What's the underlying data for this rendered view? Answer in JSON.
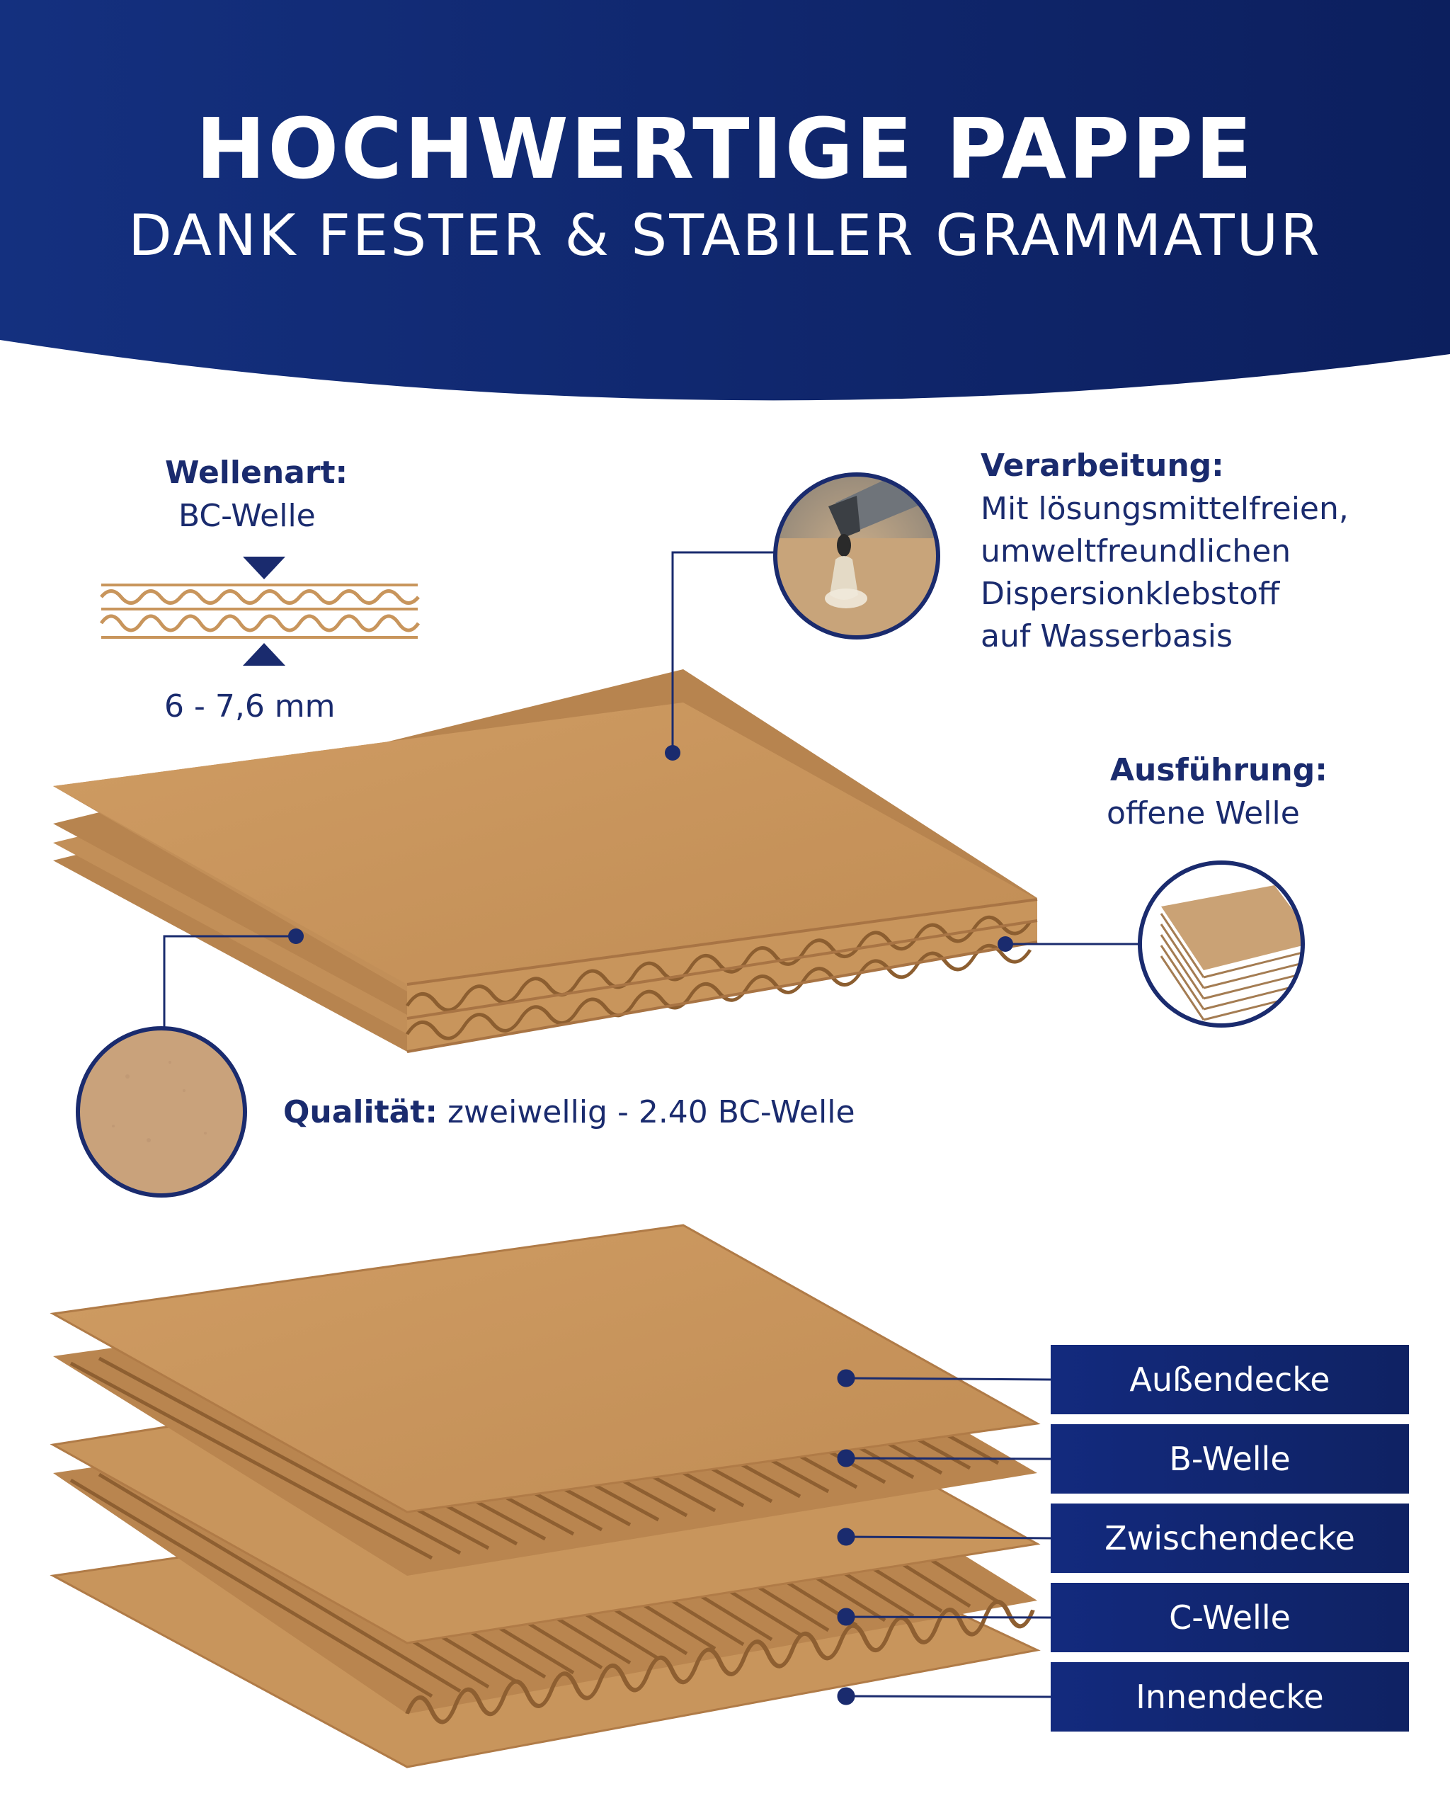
{
  "header": {
    "title": "HOCHWERTIGE PAPPE",
    "subtitle": "DANK FESTER & STABILER GRAMMATUR"
  },
  "colors": {
    "header_blue": "#0f2466",
    "cardboard": "#c8955c",
    "cardboard_dark": "#a87444",
    "text_blue": "#1a2b6e"
  },
  "wave_type": {
    "label": "Wellenart:",
    "value": "BC-Welle",
    "thickness": "6 - 7,6 mm"
  },
  "processing": {
    "label": "Verarbeitung:",
    "lines": [
      "Mit lösungsmittelfreien,",
      "umweltfreundlichen",
      "Dispersionklebstoff",
      "auf Wasserbasis"
    ]
  },
  "execution": {
    "label": "Ausführung:",
    "value": "offene Welle"
  },
  "quality": {
    "label": "Qualität:",
    "value": "zweiwellig - 2.40 BC-Welle"
  },
  "layers": [
    "Außendecke",
    "B-Welle",
    "Zwischendecke",
    "C-Welle",
    "Innendecke"
  ]
}
